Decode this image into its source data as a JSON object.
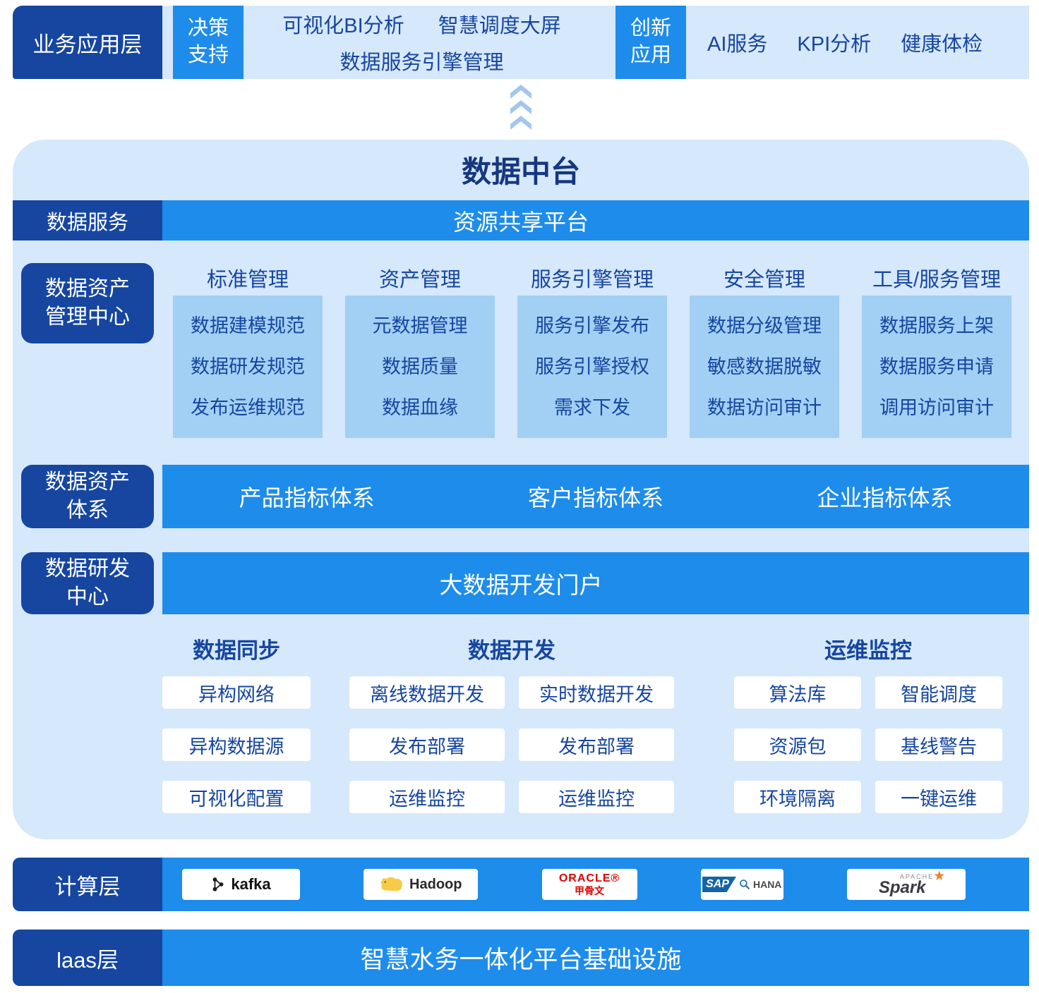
{
  "colors": {
    "dark_blue": "#1646A0",
    "bright_blue": "#1E8CEB",
    "light_blue": "#D6E8FB",
    "mid_blue": "#A2CFF4",
    "oracle_red": "#E00000",
    "spark_orange": "#EF8326",
    "hadoop_yellow": "#F7CB47"
  },
  "icons": {
    "up_arrow": "triple-chevron-up",
    "kafka": "kafka-molecule",
    "hadoop": "elephant",
    "sap_hana": "magnifier",
    "spark": "orange-star"
  },
  "app_layer": {
    "label": "业务应用层",
    "decision": {
      "tag_line1": "决策",
      "tag_line2": "支持",
      "items": [
        "可视化BI分析",
        "智慧调度大屏",
        "数据服务引擎管理"
      ]
    },
    "innovation": {
      "tag_line1": "创新",
      "tag_line2": "应用",
      "items": [
        "AI服务",
        "KPI分析",
        "健康体检"
      ]
    }
  },
  "platform": {
    "title": "数据中台",
    "data_service": {
      "label": "数据服务",
      "bar": "资源共享平台"
    },
    "asset_center": {
      "label_line1": "数据资产",
      "label_line2": "管理中心",
      "columns": [
        {
          "header": "标准管理",
          "items": [
            "数据建模规范",
            "数据研发规范",
            "发布运维规范"
          ]
        },
        {
          "header": "资产管理",
          "items": [
            "元数据管理",
            "数据质量",
            "数据血缘"
          ]
        },
        {
          "header": "服务引擎管理",
          "items": [
            "服务引擎发布",
            "服务引擎授权",
            "需求下发"
          ]
        },
        {
          "header": "安全管理",
          "items": [
            "数据分级管理",
            "敏感数据脱敏",
            "数据访问审计"
          ]
        },
        {
          "header": "工具/服务管理",
          "items": [
            "数据服务上架",
            "数据服务申请",
            "调用访问审计"
          ]
        }
      ]
    },
    "asset_system": {
      "label_line1": "数据资产",
      "label_line2": "体系",
      "items": [
        "产品指标体系",
        "客户指标体系",
        "企业指标体系"
      ]
    },
    "dev_center": {
      "label_line1": "数据研发",
      "label_line2": "中心",
      "bar": "大数据开发门户",
      "groups": [
        {
          "header": "数据同步",
          "columns": [
            [
              "异构网络",
              "异构数据源",
              "可视化配置"
            ]
          ]
        },
        {
          "header": "数据开发",
          "columns": [
            [
              "离线数据开发",
              "发布部署",
              "运维监控"
            ],
            [
              "实时数据开发",
              "发布部署",
              "运维监控"
            ]
          ]
        },
        {
          "header": "运维监控",
          "columns": [
            [
              "算法库",
              "资源包",
              "环境隔离"
            ],
            [
              "智能调度",
              "基线警告",
              "一键运维"
            ]
          ]
        }
      ]
    }
  },
  "compute_layer": {
    "label": "计算层",
    "logos": {
      "kafka": "kafka",
      "hadoop": "Hadoop",
      "oracle_name": "ORACLE®",
      "oracle_cn": "甲骨文",
      "sap": "SAP",
      "hana": "HANA",
      "apache": "APACHE",
      "spark": "Spark"
    }
  },
  "iaas_layer": {
    "label": "laas层",
    "bar": "智慧水务一体化平台基础设施"
  }
}
